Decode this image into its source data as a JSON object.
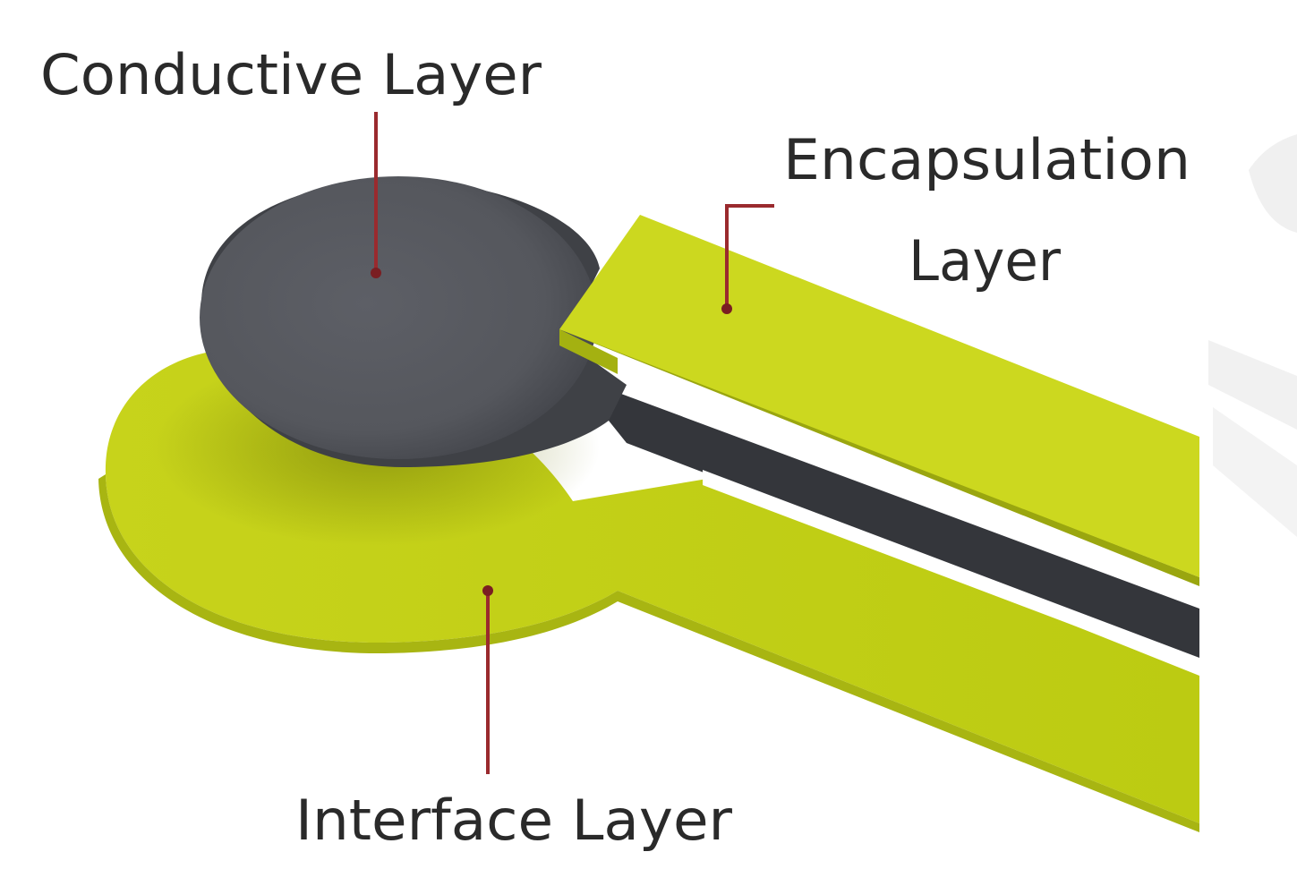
{
  "labels": {
    "conductive": "Conductive Layer",
    "encapsulation_line1": "Encapsulation",
    "encapsulation_line2": "Layer",
    "interface": "Interface Layer"
  },
  "colors": {
    "background": "#ffffff",
    "interface_layer": "#c4d11a",
    "encapsulation_layer": "#ccd81f",
    "conductive_layer": "#55575d",
    "conductor_strip": "#34363b",
    "leader_line": "#9a2a2e",
    "label_text": "#2a2a2a"
  }
}
